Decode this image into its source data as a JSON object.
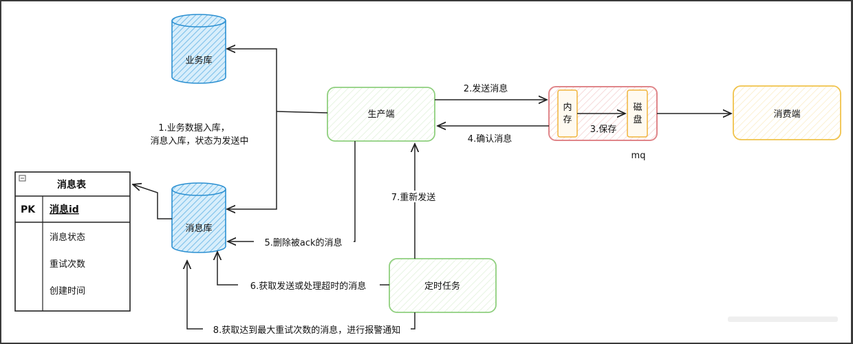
{
  "nodes": {
    "business_db": "业务库",
    "message_db": "消息库",
    "producer": "生产端",
    "consumer": "消费端",
    "scheduled_task": "定时任务",
    "mq_memory_line1": "内",
    "mq_memory_line2": "存",
    "mq_disk_line1": "磁",
    "mq_disk_line2": "盘",
    "mq_label": "mq"
  },
  "edges": {
    "step1_line1": "1.业务数据入库，",
    "step1_line2": "消息入库，状态为发送中",
    "step2": "2.发送消息",
    "step3": "3.保存",
    "step4": "4.确认消息",
    "step5": "5.删除被ack的消息",
    "step6": "6.获取发送或处理超时的消息",
    "step7": "7.重新发送",
    "step8": "8.获取达到最大重试次数的消息，进行报警通知"
  },
  "table": {
    "title": "消息表",
    "pk_label": "PK",
    "pk_field": "消息id",
    "fields": [
      "消息状态",
      "重试次数",
      "创建时间"
    ]
  },
  "colors": {
    "db_stroke": "#2a8fd1",
    "db_fill": "#a9d6f2",
    "producer_stroke": "#8fcf7e",
    "task_stroke": "#8fcf7e",
    "consumer_stroke": "#f0c24a",
    "mq_stroke": "#e0868a",
    "inner_stroke": "#f0b43c"
  }
}
